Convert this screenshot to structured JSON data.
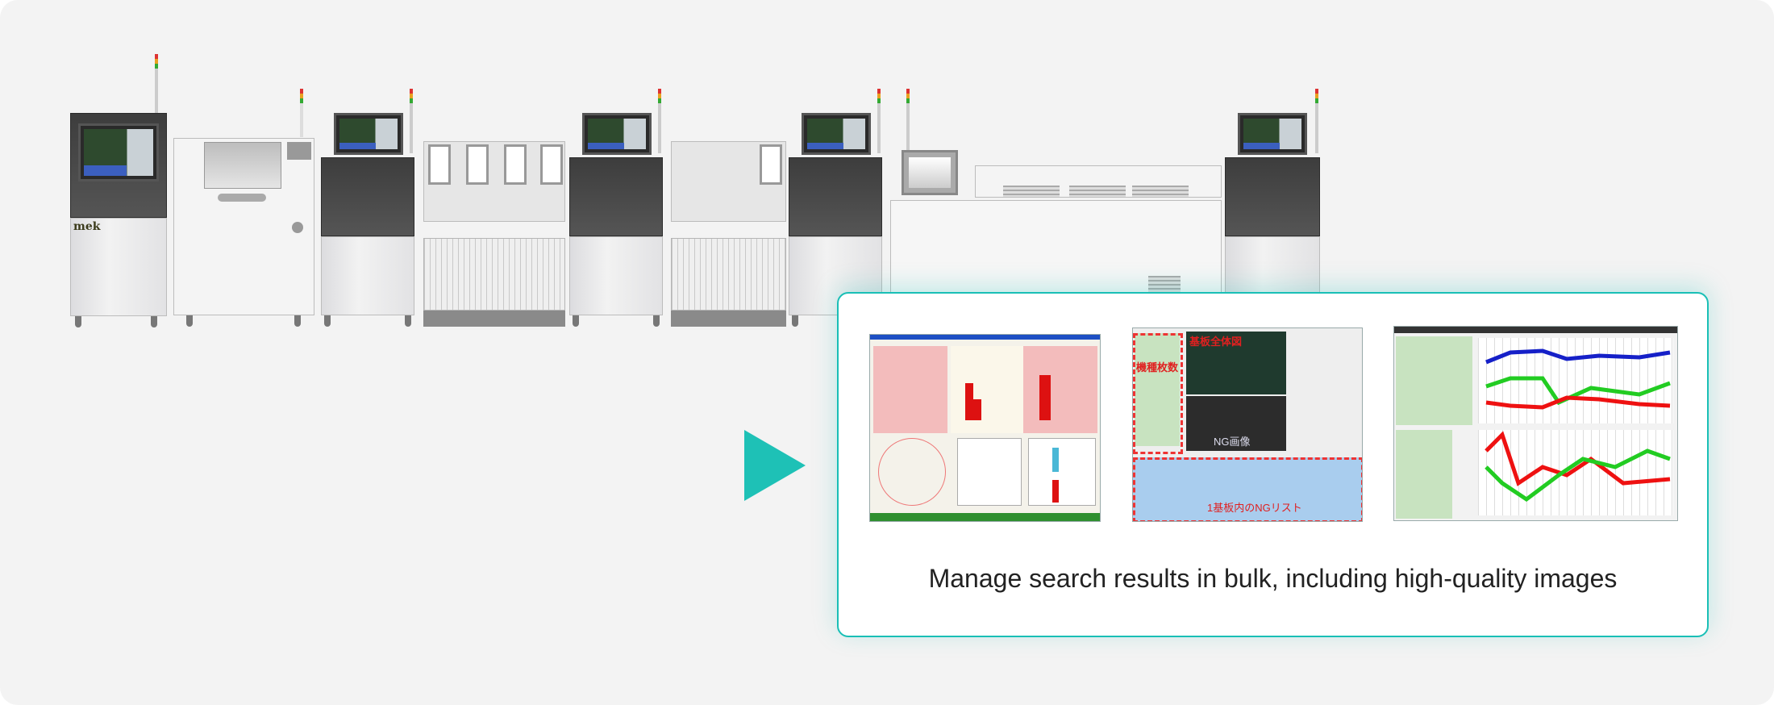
{
  "line": {
    "brand_logo": "mek"
  },
  "screens": {
    "board_overview_label": "基板全体図",
    "model_count_label": "機種枚数",
    "ng_image_label": "NG画像",
    "ng_list_label": "1基板内のNGリスト"
  },
  "caption": "Manage search results in bulk, including high-quality images",
  "colors": {
    "accent": "#1ec1b6",
    "background": "#f3f3f3"
  }
}
